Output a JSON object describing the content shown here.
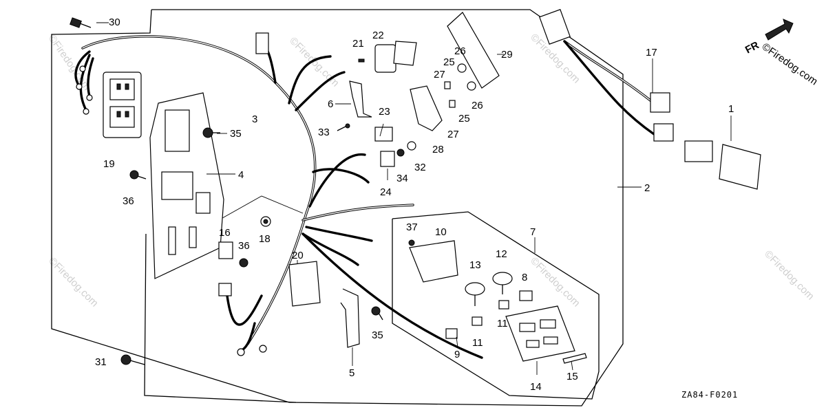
{
  "diagram_code": "ZA84-F0201",
  "watermark_text": "©Firedog.com",
  "arrow_label": "FR",
  "parts": [
    {
      "id": "p1",
      "label": "1"
    },
    {
      "id": "p2",
      "label": "2"
    },
    {
      "id": "p3",
      "label": "3"
    },
    {
      "id": "p4",
      "label": "4"
    },
    {
      "id": "p5",
      "label": "5"
    },
    {
      "id": "p6",
      "label": "6"
    },
    {
      "id": "p7",
      "label": "7"
    },
    {
      "id": "p8",
      "label": "8"
    },
    {
      "id": "p9",
      "label": "9"
    },
    {
      "id": "p10",
      "label": "10"
    },
    {
      "id": "p11a",
      "label": "11"
    },
    {
      "id": "p11b",
      "label": "11"
    },
    {
      "id": "p12",
      "label": "12"
    },
    {
      "id": "p13",
      "label": "13"
    },
    {
      "id": "p14",
      "label": "14"
    },
    {
      "id": "p15",
      "label": "15"
    },
    {
      "id": "p16",
      "label": "16"
    },
    {
      "id": "p17",
      "label": "17"
    },
    {
      "id": "p18",
      "label": "18"
    },
    {
      "id": "p19",
      "label": "19"
    },
    {
      "id": "p20",
      "label": "20"
    },
    {
      "id": "p21",
      "label": "21"
    },
    {
      "id": "p22",
      "label": "22"
    },
    {
      "id": "p23",
      "label": "23"
    },
    {
      "id": "p24",
      "label": "24"
    },
    {
      "id": "p25a",
      "label": "25"
    },
    {
      "id": "p25b",
      "label": "25"
    },
    {
      "id": "p26a",
      "label": "26"
    },
    {
      "id": "p26b",
      "label": "26"
    },
    {
      "id": "p27a",
      "label": "27"
    },
    {
      "id": "p27b",
      "label": "27"
    },
    {
      "id": "p28",
      "label": "28"
    },
    {
      "id": "p29",
      "label": "29"
    },
    {
      "id": "p30",
      "label": "30"
    },
    {
      "id": "p31",
      "label": "31"
    },
    {
      "id": "p32",
      "label": "32"
    },
    {
      "id": "p33",
      "label": "33"
    },
    {
      "id": "p34",
      "label": "34"
    },
    {
      "id": "p35a",
      "label": "35"
    },
    {
      "id": "p35b",
      "label": "35"
    },
    {
      "id": "p36a",
      "label": "36"
    },
    {
      "id": "p36b",
      "label": "36"
    },
    {
      "id": "p37",
      "label": "37"
    }
  ]
}
